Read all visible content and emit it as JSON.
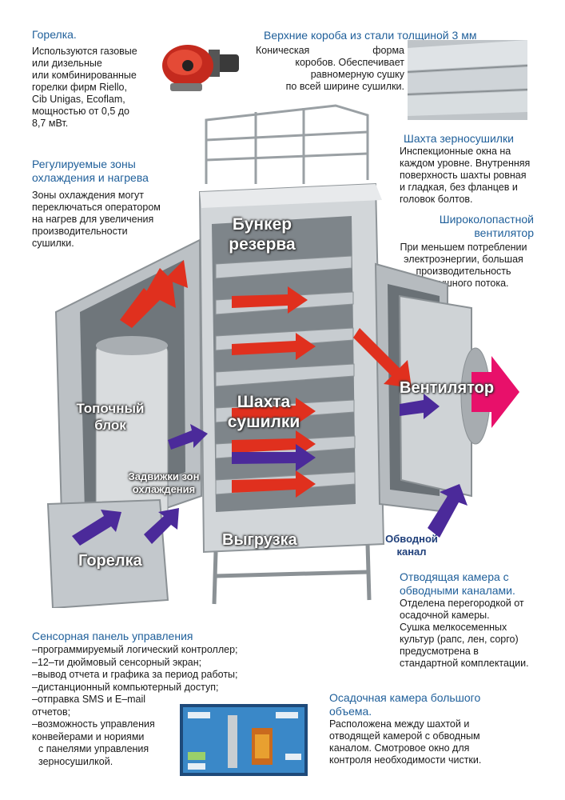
{
  "burner": {
    "title": "Горелка.",
    "lines": [
      "Используются газовые",
      "или дизельные",
      "или комбинированные",
      "горелки фирм Riello,",
      "Cib Unigas, Ecoflam,",
      "мощностью от 0,5 до",
      "8,7 мВт."
    ]
  },
  "top_boxes": {
    "title": "Верхние короба из стали толщиной 3 мм",
    "lines": [
      "Коническая форма",
      "коробов. Обеспечивает",
      "равномерную сушку",
      "по всей ширине сушилки."
    ]
  },
  "zones": {
    "title_lines": [
      "Регулируемые зоны",
      "охлаждения и нагрева"
    ],
    "lines": [
      "Зоны охлаждения могут",
      "переключаться оператором",
      "на нагрев для увеличения",
      "производительности",
      "сушилки."
    ]
  },
  "shaft": {
    "title": "Шахта зерносушилки",
    "lines": [
      "Инспекционные окна на",
      "каждом уровне. Внутренняя",
      "поверхность шахты ровная",
      "и гладкая, без фланцев и",
      "головок болтов."
    ]
  },
  "fan": {
    "title_lines": [
      "Широколопастной",
      "вентилятор"
    ],
    "lines": [
      "При меньшем потреблении",
      "электроэнергии, большая",
      "производительность",
      "воздушного потока."
    ]
  },
  "diagram": {
    "bunker": [
      "Бункер",
      "резерва"
    ],
    "furnace": [
      "Топочный",
      "блок"
    ],
    "shaft_label": [
      "Шахта",
      "сушилки"
    ],
    "ventilator": "Вентилятор",
    "dampers": [
      "Задвижки зон",
      "охлаждения"
    ],
    "unload": "Выгрузка",
    "burner_label": "Горелка",
    "bypass": [
      "Обводной",
      "канал"
    ]
  },
  "exhaust": {
    "title_lines": [
      "Отводящая камера с",
      "обводными каналами."
    ],
    "lines": [
      "Отделена перегородкой от",
      "осадочной камеры.",
      "Сушка мелкосеменных",
      "культур (рапс, лен, сорго)",
      "предусмотрена в",
      "стандартной комплектации."
    ]
  },
  "panel": {
    "title": "Сенсорная панель управления",
    "lines": [
      "–программируемый логический контроллер;",
      "–12–ти дюймовый сенсорный экран;",
      "–вывод отчета и графика за период работы;",
      "–дистанционный компьютерный доступ;",
      "–отправка SMS и E–mail",
      "отчетов;",
      "–возможность управления",
      "конвейерами и нориями",
      "с панелями управления",
      "зерносушилкой."
    ]
  },
  "settling": {
    "title_lines": [
      "Осадочная камера большого",
      "объема."
    ],
    "lines": [
      "Расположена между шахтой и",
      "отводящей камерой с обводным",
      "каналом. Смотровое окно для",
      "контроля необходимости чистки."
    ]
  },
  "colors": {
    "heading": "#1f5f9a",
    "red_arrow": "#e0301e",
    "blue_arrow": "#4b2a9a",
    "fan_arrow": "#e8106a"
  }
}
